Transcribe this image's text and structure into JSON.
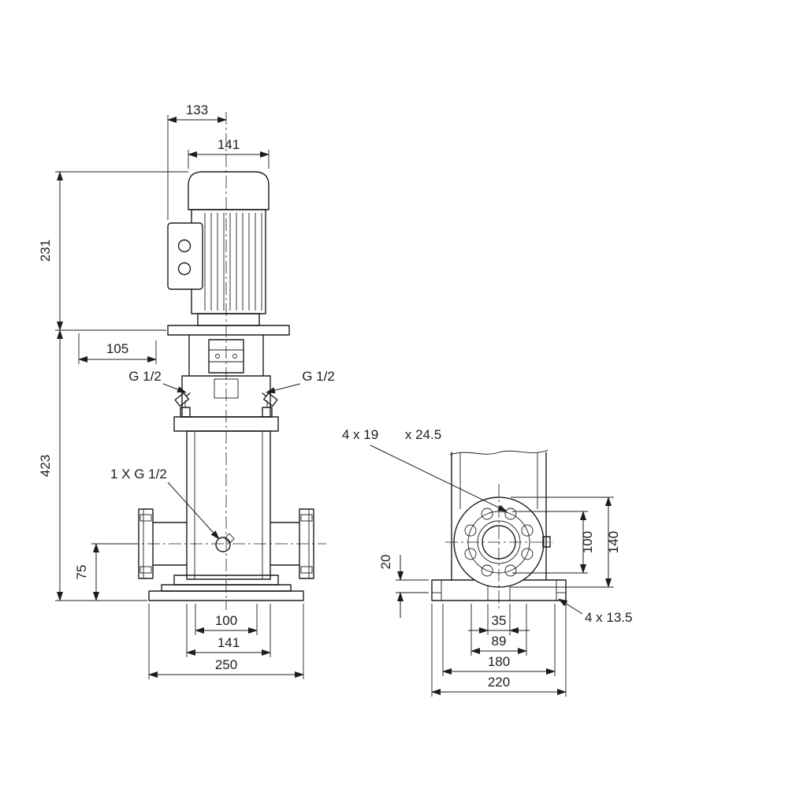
{
  "drawing": {
    "type": "technical dimensional drawing",
    "subject": "vertical multistage centrifugal pump with motor",
    "background_color": "#ffffff",
    "line_color": "#1d1d1b"
  },
  "front_view": {
    "dim_133": "133",
    "dim_141_top": "141",
    "dim_231": "231",
    "dim_105": "105",
    "dim_423": "423",
    "label_g12_left": "G 1/2",
    "label_g12_right": "G 1/2",
    "label_drain": "1 X G 1/2",
    "dim_75": "75",
    "dim_100_bottom": "100",
    "dim_141_bottom": "141",
    "dim_250": "250"
  },
  "side_view": {
    "label_flange_holes": "4 x 19",
    "label_counterbore": "x 24.5",
    "dim_20": "20",
    "dim_100_pcd": "100",
    "dim_140": "140",
    "dim_35": "35",
    "dim_89": "89",
    "dim_180": "180",
    "dim_220": "220",
    "label_base_holes": "4 x 13.5"
  }
}
